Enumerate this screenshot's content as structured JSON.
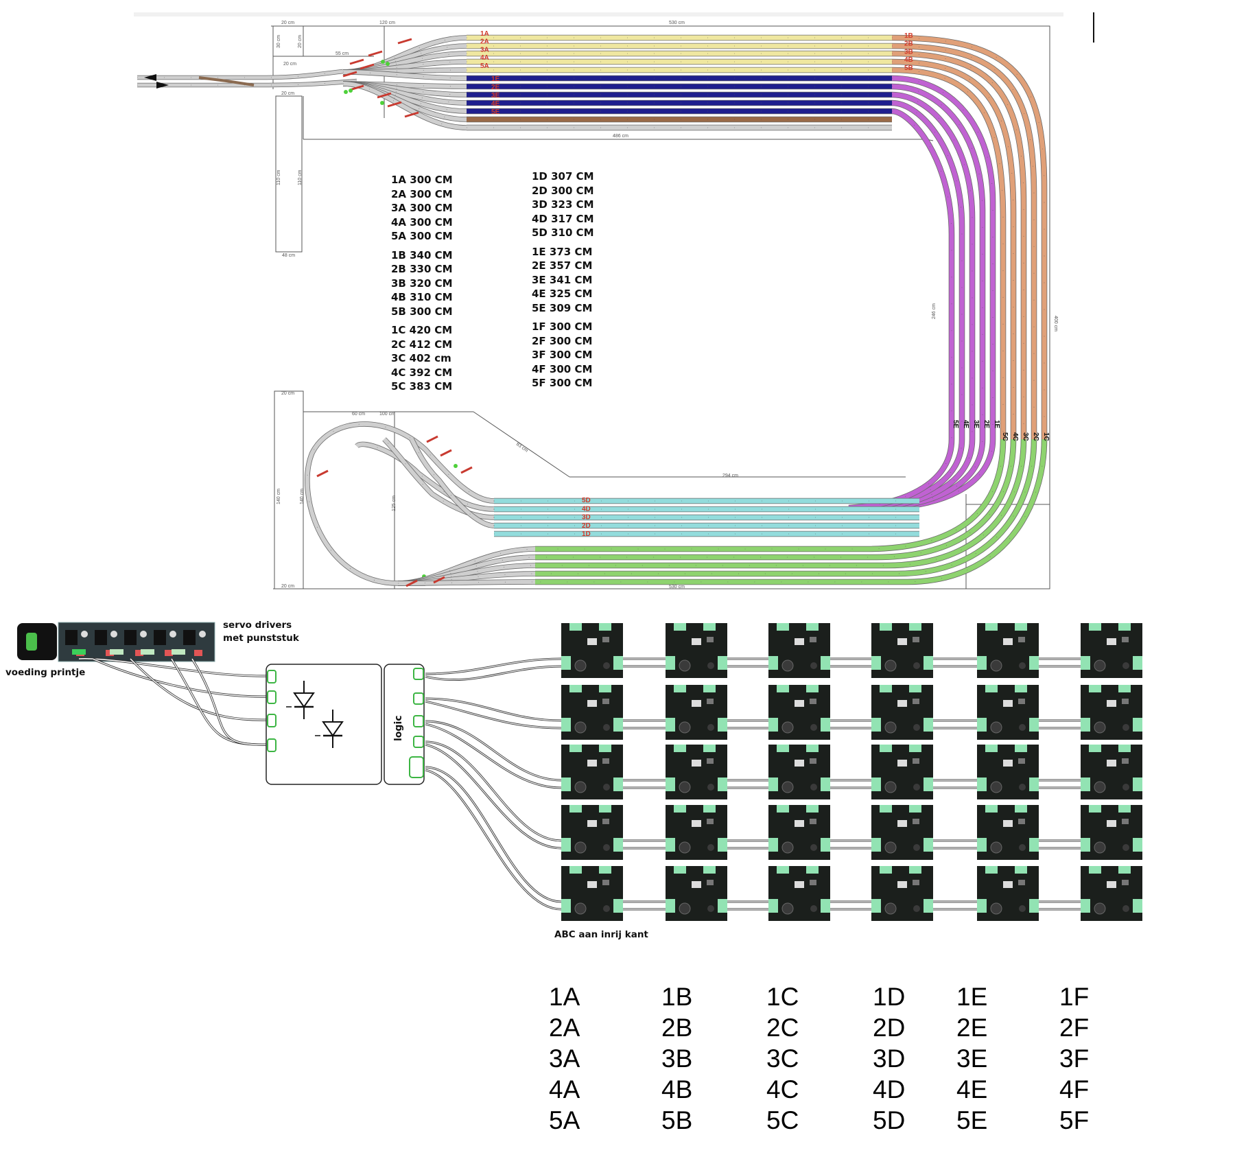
{
  "dimensions": {
    "top_left_width": "20 cm",
    "top_120": "120 cm",
    "top_530": "530 cm",
    "small_30": "30 cm",
    "small_20": "20 cm",
    "left_20b": "20 cm",
    "stub_55": "55 cm",
    "inner_486": "486 cm",
    "side_110": "110 cm",
    "side_110b": "110 cm",
    "side_48": "48 cm",
    "right_246": "246 cm",
    "right_400": "400 cm",
    "loop_20": "20 cm",
    "loop_60": "60 cm",
    "loop_100": "100 cm",
    "loop_83": "83 cm",
    "loop_140": "140 cm",
    "loop_140b": "140 cm",
    "loop_125": "125 cm",
    "bottom_294": "294 cm",
    "bottom_530": "530 cm",
    "bottom_20": "20 cm"
  },
  "track_labels": {
    "a_top": [
      "1A",
      "2A",
      "3A",
      "4A",
      "5A"
    ],
    "b_top": [
      "1B",
      "2B",
      "3B",
      "4B",
      "5B"
    ],
    "e_top": [
      "1E",
      "2E",
      "3E",
      "4E",
      "5E"
    ],
    "e_side": [
      "5E",
      "4E",
      "3E",
      "2E",
      "1E"
    ],
    "c_side": [
      "5C",
      "4C",
      "3C",
      "2C",
      "1C"
    ],
    "d_bottom": [
      "5D",
      "4D",
      "3D",
      "2D",
      "1D"
    ]
  },
  "lengths_col1": [
    [
      "1A 300 CM",
      "2A 300 CM",
      "3A 300 CM",
      "4A 300 CM",
      "5A 300 CM"
    ],
    [
      "1B 340 CM",
      "2B 330 CM",
      "3B 320 CM",
      "4B 310 CM",
      "5B 300 CM"
    ],
    [
      "1C 420 CM",
      "2C 412 CM",
      "3C 402 cm",
      "4C 392 CM",
      "5C 383 CM"
    ]
  ],
  "lengths_col2": [
    [
      "1D 307 CM",
      "2D 300 CM",
      "3D 323 CM",
      "4D 317 CM",
      "5D 310 CM"
    ],
    [
      "1E 373 CM",
      "2E 357 CM",
      "3E 341 CM",
      "4E 325 CM",
      "5E 309 CM"
    ],
    [
      "1F  300 CM",
      "2F  300 CM",
      "3F  300 CM",
      "4F  300 CM",
      "5F  300 CM"
    ]
  ],
  "wiring": {
    "power_label": "voeding printje",
    "servo_label_1": "servo drivers",
    "servo_label_2": "met punststuk",
    "logic_label": "logic",
    "abc_label": "ABC aan inrij kant"
  },
  "bottom_grid": [
    [
      "1A",
      "2A",
      "3A",
      "4A",
      "5A"
    ],
    [
      "1B",
      "2B",
      "3B",
      "4B",
      "5B"
    ],
    [
      "1C",
      "2C",
      "3C",
      "4C",
      "5C"
    ],
    [
      "1D",
      "2D",
      "3D",
      "4D",
      "5D"
    ],
    [
      "1E",
      "2E",
      "3E",
      "4E",
      "5E"
    ],
    [
      "1F",
      "2F",
      "3F",
      "4F",
      "5F"
    ]
  ],
  "colors": {
    "yellow": "#efe7a0",
    "navy": "#1f1f8e",
    "brown": "#9a6a48",
    "salmon": "#e0a078",
    "magenta": "#c062d2",
    "green": "#8ed36f",
    "cyan": "#93dcdc",
    "grey": "#cfcfcf",
    "board": "#1b1f1c",
    "terminal": "#92e3b3",
    "redlabel": "#d23a2a"
  }
}
